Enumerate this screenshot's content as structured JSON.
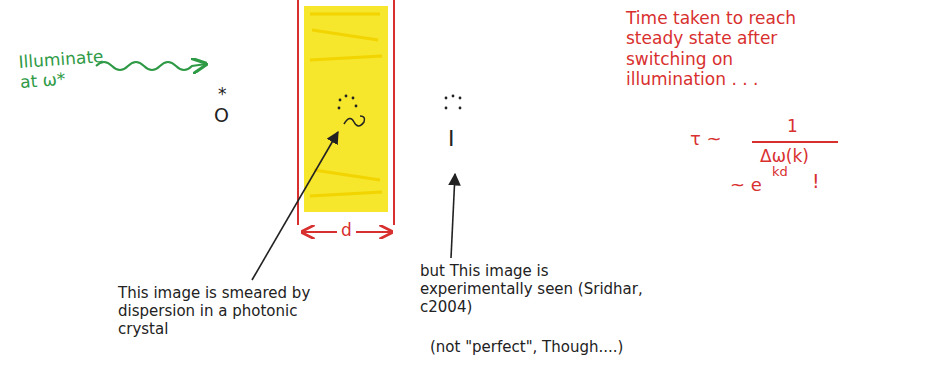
{
  "diagram": {
    "labels": [
      "Illuminate at ω*",
      "*",
      "O",
      "d",
      "I",
      "This image is smeared by dispersion in a photonic crystal",
      "but This image is experimentally seen (Sridhar, c2004)",
      "(not \"perfect\", Though....)",
      "Time taken to reach steady state after switching on illumination . . .",
      "τ ~",
      "1",
      "Δω(k)",
      "~ e",
      "kd",
      "!"
    ]
  }
}
